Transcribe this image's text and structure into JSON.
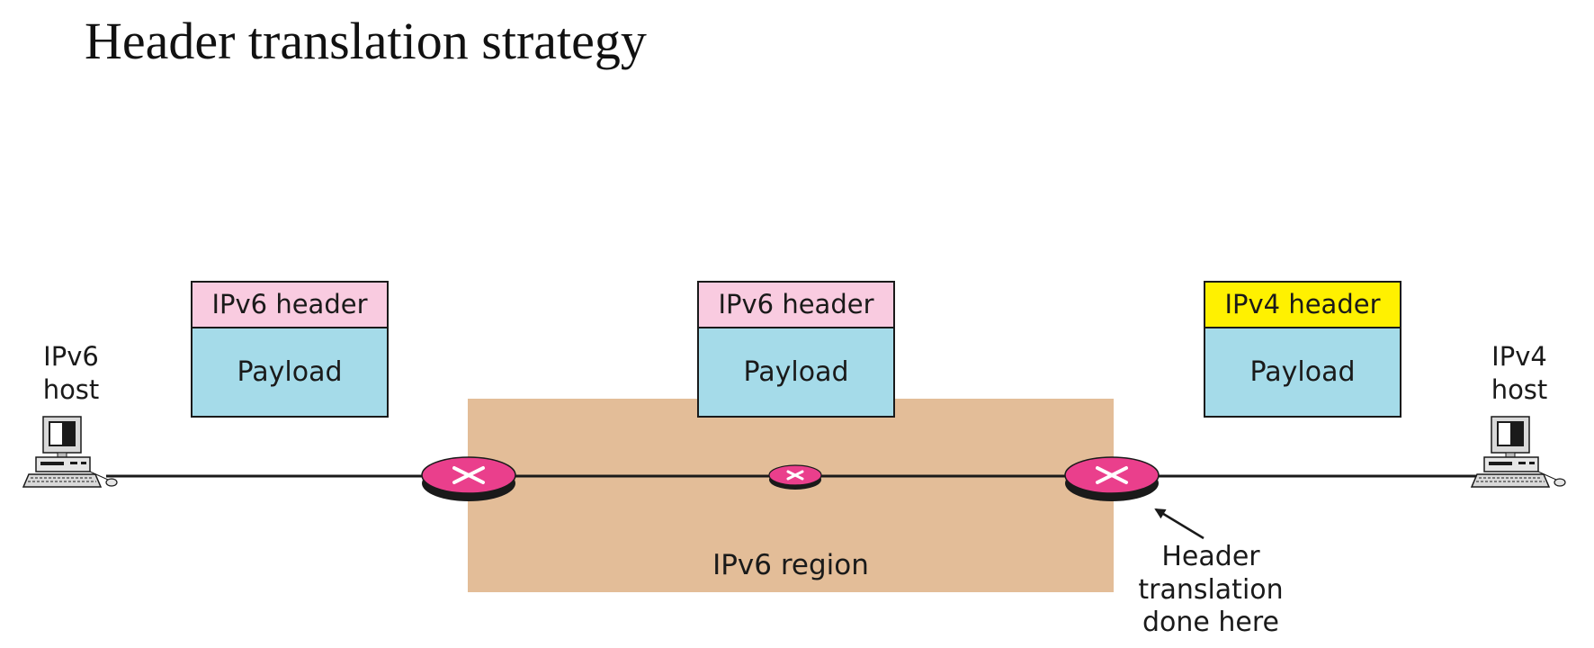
{
  "title": "Header translation strategy",
  "colors": {
    "region_fill": "#e3bd98",
    "router_fill": "#ea3f8c",
    "router_dark": "#1a1a1a",
    "ipv6_header_fill": "#f9cbe0",
    "ipv4_header_fill": "#fff100",
    "payload_fill": "#a5dbe9"
  },
  "hosts": {
    "left": {
      "line1": "IPv6",
      "line2": "host",
      "icon": "desktop-computer-icon"
    },
    "right": {
      "line1": "IPv4",
      "line2": "host",
      "icon": "desktop-computer-icon"
    }
  },
  "packets": [
    {
      "header": "IPv6 header",
      "payload": "Payload"
    },
    {
      "header": "IPv6 header",
      "payload": "Payload"
    },
    {
      "header": "IPv4 header",
      "payload": "Payload"
    }
  ],
  "region": {
    "label": "IPv6 region"
  },
  "routers": [
    {
      "icon": "router-icon"
    },
    {
      "icon": "router-icon"
    },
    {
      "icon": "router-icon"
    }
  ],
  "annotation": {
    "line1": "Header",
    "line2": "translation",
    "line3": "done here"
  }
}
